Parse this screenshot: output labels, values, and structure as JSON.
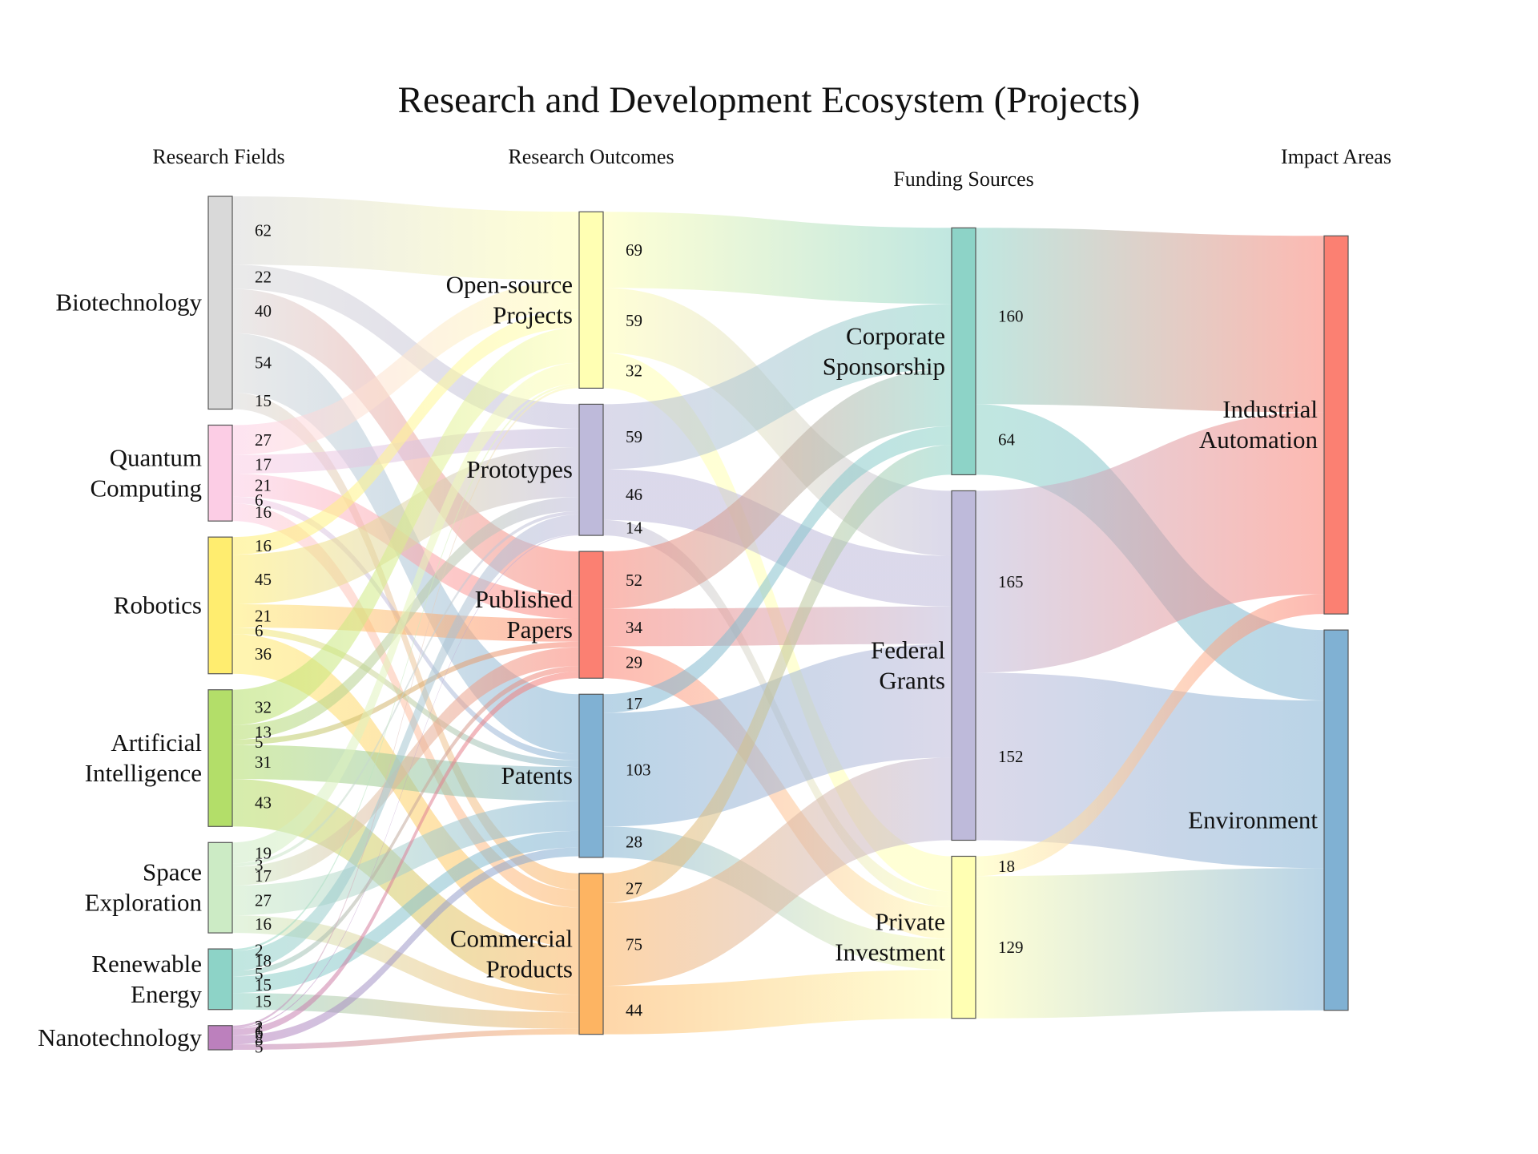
{
  "chart_data": {
    "type": "sankey",
    "title": "Research and Development Ecosystem (Projects)",
    "columns": [
      "Research Fields",
      "Research Outcomes",
      "Funding Sources",
      "Impact Areas"
    ],
    "nodes": [
      {
        "id": "bio",
        "label": [
          "Biotechnology"
        ],
        "col": 0,
        "color": "#d9d9d9"
      },
      {
        "id": "qc",
        "label": [
          "Quantum",
          "Computing"
        ],
        "col": 0,
        "color": "#fccde5"
      },
      {
        "id": "rob",
        "label": [
          "Robotics"
        ],
        "col": 0,
        "color": "#ffed6f"
      },
      {
        "id": "ai",
        "label": [
          "Artificial",
          "Intelligence"
        ],
        "col": 0,
        "color": "#b3de69"
      },
      {
        "id": "space",
        "label": [
          "Space",
          "Exploration"
        ],
        "col": 0,
        "color": "#ccebc5"
      },
      {
        "id": "renew",
        "label": [
          "Renewable",
          "Energy"
        ],
        "col": 0,
        "color": "#8dd3c7"
      },
      {
        "id": "nano",
        "label": [
          "Nanotechnology"
        ],
        "col": 0,
        "color": "#bc80bd"
      },
      {
        "id": "open",
        "label": [
          "Open-source",
          "Projects"
        ],
        "col": 1,
        "color": "#ffffb3"
      },
      {
        "id": "proto",
        "label": [
          "Prototypes"
        ],
        "col": 1,
        "color": "#bebada"
      },
      {
        "id": "papers",
        "label": [
          "Published",
          "Papers"
        ],
        "col": 1,
        "color": "#fb8072"
      },
      {
        "id": "patents",
        "label": [
          "Patents"
        ],
        "col": 1,
        "color": "#80b1d3"
      },
      {
        "id": "comm",
        "label": [
          "Commercial",
          "Products"
        ],
        "col": 1,
        "color": "#fdb462"
      },
      {
        "id": "corp",
        "label": [
          "Corporate",
          "Sponsorship"
        ],
        "col": 2,
        "color": "#8dd3c7"
      },
      {
        "id": "fed",
        "label": [
          "Federal",
          "Grants"
        ],
        "col": 2,
        "color": "#bebada"
      },
      {
        "id": "priv",
        "label": [
          "Private",
          "Investment"
        ],
        "col": 2,
        "color": "#ffffb3"
      },
      {
        "id": "ind",
        "label": [
          "Industrial",
          "Automation"
        ],
        "col": 3,
        "color": "#fb8072"
      },
      {
        "id": "env",
        "label": [
          "Environment"
        ],
        "col": 3,
        "color": "#80b1d3"
      }
    ],
    "links": [
      {
        "source": "bio",
        "target": "open",
        "value": 62
      },
      {
        "source": "bio",
        "target": "proto",
        "value": 22
      },
      {
        "source": "bio",
        "target": "papers",
        "value": 40
      },
      {
        "source": "bio",
        "target": "patents",
        "value": 54
      },
      {
        "source": "bio",
        "target": "comm",
        "value": 15
      },
      {
        "source": "qc",
        "target": "open",
        "value": 27
      },
      {
        "source": "qc",
        "target": "proto",
        "value": 17
      },
      {
        "source": "qc",
        "target": "papers",
        "value": 21
      },
      {
        "source": "qc",
        "target": "patents",
        "value": 6
      },
      {
        "source": "qc",
        "target": "comm",
        "value": 16
      },
      {
        "source": "rob",
        "target": "open",
        "value": 16
      },
      {
        "source": "rob",
        "target": "proto",
        "value": 45
      },
      {
        "source": "rob",
        "target": "papers",
        "value": 21
      },
      {
        "source": "rob",
        "target": "patents",
        "value": 6
      },
      {
        "source": "rob",
        "target": "comm",
        "value": 36
      },
      {
        "source": "ai",
        "target": "open",
        "value": 32
      },
      {
        "source": "ai",
        "target": "proto",
        "value": 13
      },
      {
        "source": "ai",
        "target": "papers",
        "value": 5
      },
      {
        "source": "ai",
        "target": "patents",
        "value": 31
      },
      {
        "source": "ai",
        "target": "comm",
        "value": 43
      },
      {
        "source": "space",
        "target": "open",
        "value": 19
      },
      {
        "source": "space",
        "target": "proto",
        "value": 3
      },
      {
        "source": "space",
        "target": "papers",
        "value": 17
      },
      {
        "source": "space",
        "target": "patents",
        "value": 27
      },
      {
        "source": "space",
        "target": "comm",
        "value": 16
      },
      {
        "source": "renew",
        "target": "open",
        "value": 2
      },
      {
        "source": "renew",
        "target": "proto",
        "value": 18
      },
      {
        "source": "renew",
        "target": "papers",
        "value": 5
      },
      {
        "source": "renew",
        "target": "patents",
        "value": 15
      },
      {
        "source": "renew",
        "target": "comm",
        "value": 15
      },
      {
        "source": "nano",
        "target": "open",
        "value": 2
      },
      {
        "source": "nano",
        "target": "proto",
        "value": 1
      },
      {
        "source": "nano",
        "target": "papers",
        "value": 6
      },
      {
        "source": "nano",
        "target": "patents",
        "value": 8
      },
      {
        "source": "nano",
        "target": "comm",
        "value": 5
      },
      {
        "source": "open",
        "target": "corp",
        "value": 69
      },
      {
        "source": "open",
        "target": "fed",
        "value": 59
      },
      {
        "source": "open",
        "target": "priv",
        "value": 32
      },
      {
        "source": "proto",
        "target": "corp",
        "value": 59
      },
      {
        "source": "proto",
        "target": "fed",
        "value": 46
      },
      {
        "source": "proto",
        "target": "priv",
        "value": 14
      },
      {
        "source": "papers",
        "target": "corp",
        "value": 52
      },
      {
        "source": "papers",
        "target": "fed",
        "value": 34
      },
      {
        "source": "papers",
        "target": "priv",
        "value": 29
      },
      {
        "source": "patents",
        "target": "corp",
        "value": 17
      },
      {
        "source": "patents",
        "target": "fed",
        "value": 103
      },
      {
        "source": "patents",
        "target": "priv",
        "value": 28
      },
      {
        "source": "comm",
        "target": "corp",
        "value": 27
      },
      {
        "source": "comm",
        "target": "fed",
        "value": 75
      },
      {
        "source": "comm",
        "target": "priv",
        "value": 44
      },
      {
        "source": "corp",
        "target": "ind",
        "value": 160
      },
      {
        "source": "corp",
        "target": "env",
        "value": 64
      },
      {
        "source": "fed",
        "target": "ind",
        "value": 165
      },
      {
        "source": "fed",
        "target": "env",
        "value": 152
      },
      {
        "source": "priv",
        "target": "ind",
        "value": 18
      },
      {
        "source": "priv",
        "target": "env",
        "value": 129
      }
    ]
  }
}
